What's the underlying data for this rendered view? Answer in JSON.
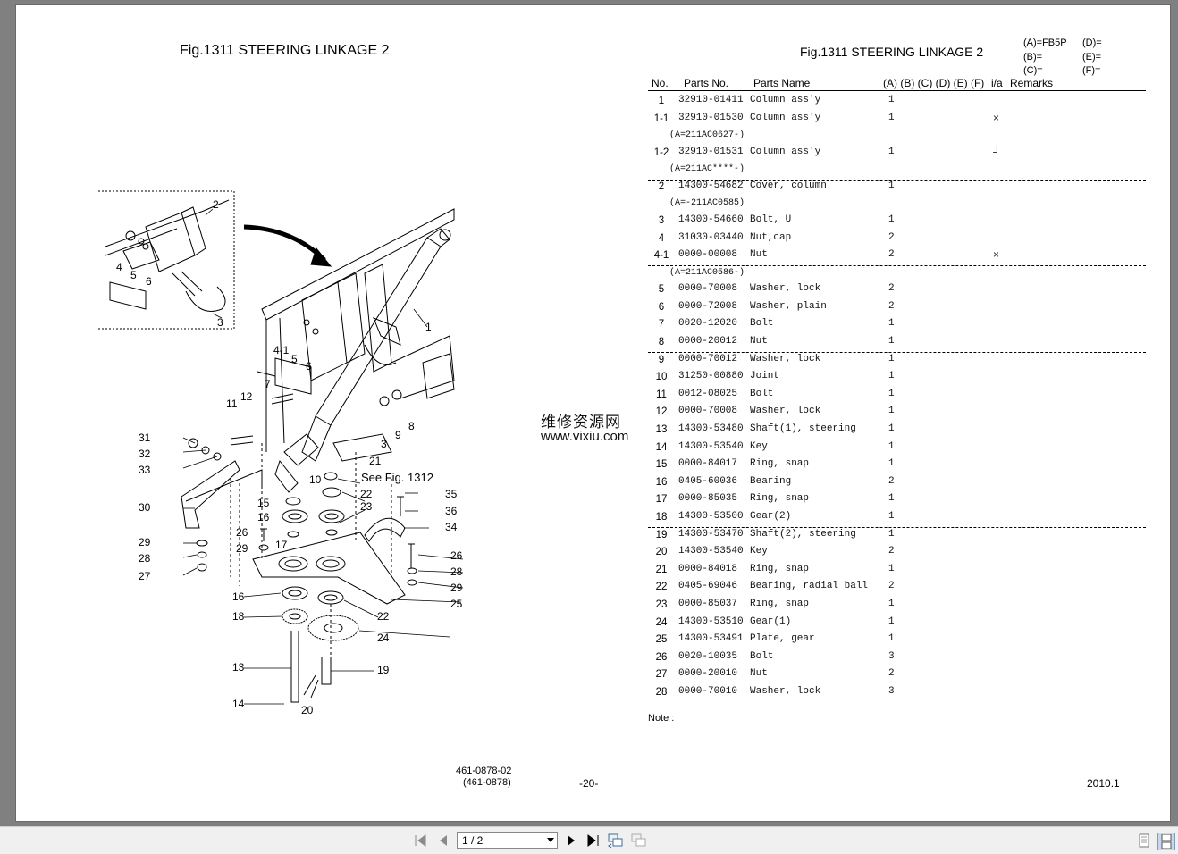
{
  "left_title": "Fig.1311  STEERING LINKAGE 2",
  "right_title": "Fig.1311  STEERING LINKAGE 2",
  "model_codes": {
    "a": "(A)=FB5P",
    "b": "(B)=",
    "c": "(C)=",
    "d": "(D)=",
    "e": "(E)=",
    "f": "(F)="
  },
  "headers": {
    "no": "No.",
    "parts_no": "Parts No.",
    "parts_name": "Parts Name",
    "cols": "(A) (B) (C) (D) (E) (F)",
    "ia": "i/a",
    "remarks": "Remarks"
  },
  "rows": [
    {
      "no": "1",
      "pn": "32910-01411",
      "name": "Column ass'y",
      "qty": "1",
      "ia": ""
    },
    {
      "no": "1-1",
      "pn": "32910-01530",
      "name": "Column ass'y",
      "qty": "1",
      "ia": "×"
    },
    {
      "note": "(A=211AC0627-)"
    },
    {
      "no": "1-2",
      "pn": "32910-01531",
      "name": "Column ass'y",
      "qty": "1",
      "ia": "┘"
    },
    {
      "note": "(A=211AC****-)"
    },
    {
      "no": "2",
      "pn": "14300-54682",
      "name": "Cover, column",
      "qty": "1",
      "ia": ""
    },
    {
      "note": "(A=-211AC0585)"
    },
    {
      "no": "3",
      "pn": "14300-54660",
      "name": "Bolt, U",
      "qty": "1",
      "ia": ""
    },
    {
      "no": "4",
      "pn": "31030-03440",
      "name": "Nut,cap",
      "qty": "2",
      "ia": ""
    },
    {
      "no": "4-1",
      "pn": "0000-00008",
      "name": "Nut",
      "qty": "2",
      "ia": "×"
    },
    {
      "note": "(A=211AC0586-)"
    },
    {
      "no": "5",
      "pn": "0000-70008",
      "name": "Washer, lock",
      "qty": "2",
      "ia": ""
    },
    {
      "no": "6",
      "pn": "0000-72008",
      "name": "Washer, plain",
      "qty": "2",
      "ia": ""
    },
    {
      "no": "7",
      "pn": "0020-12020",
      "name": "Bolt",
      "qty": "1",
      "ia": ""
    },
    {
      "no": "8",
      "pn": "0000-20012",
      "name": "Nut",
      "qty": "1",
      "ia": ""
    },
    {
      "no": "9",
      "pn": "0000-70012",
      "name": "Washer, lock",
      "qty": "1",
      "ia": ""
    },
    {
      "no": "10",
      "pn": "31250-00880",
      "name": "Joint",
      "qty": "1",
      "ia": ""
    },
    {
      "no": "11",
      "pn": "0012-08025",
      "name": "Bolt",
      "qty": "1",
      "ia": ""
    },
    {
      "no": "12",
      "pn": "0000-70008",
      "name": "Washer, lock",
      "qty": "1",
      "ia": ""
    },
    {
      "no": "13",
      "pn": "14300-53480",
      "name": "Shaft(1), steering",
      "qty": "1",
      "ia": ""
    },
    {
      "no": "14",
      "pn": "14300-53540",
      "name": "Key",
      "qty": "1",
      "ia": ""
    },
    {
      "no": "15",
      "pn": "0000-84017",
      "name": "Ring, snap",
      "qty": "1",
      "ia": ""
    },
    {
      "no": "16",
      "pn": "0405-60036",
      "name": "Bearing",
      "qty": "2",
      "ia": ""
    },
    {
      "no": "17",
      "pn": "0000-85035",
      "name": "Ring, snap",
      "qty": "1",
      "ia": ""
    },
    {
      "no": "18",
      "pn": "14300-53500",
      "name": "Gear(2)",
      "qty": "1",
      "ia": ""
    },
    {
      "no": "19",
      "pn": "14300-53470",
      "name": "Shaft(2), steering",
      "qty": "1",
      "ia": ""
    },
    {
      "no": "20",
      "pn": "14300-53540",
      "name": "Key",
      "qty": "2",
      "ia": ""
    },
    {
      "no": "21",
      "pn": "0000-84018",
      "name": "Ring, snap",
      "qty": "1",
      "ia": ""
    },
    {
      "no": "22",
      "pn": "0405-69046",
      "name": "Bearing, radial ball",
      "qty": "2",
      "ia": ""
    },
    {
      "no": "23",
      "pn": "0000-85037",
      "name": "Ring, snap",
      "qty": "1",
      "ia": ""
    },
    {
      "no": "24",
      "pn": "14300-53510",
      "name": "Gear(1)",
      "qty": "1",
      "ia": ""
    },
    {
      "no": "25",
      "pn": "14300-53491",
      "name": "Plate, gear",
      "qty": "1",
      "ia": ""
    },
    {
      "no": "26",
      "pn": "0020-10035",
      "name": "Bolt",
      "qty": "3",
      "ia": ""
    },
    {
      "no": "27",
      "pn": "0000-20010",
      "name": "Nut",
      "qty": "2",
      "ia": ""
    },
    {
      "no": "28",
      "pn": "0000-70010",
      "name": "Washer, lock",
      "qty": "3",
      "ia": ""
    }
  ],
  "note_label": "Note :",
  "watermark": {
    "line1": "维修资源网",
    "line2": "www.vixiu.com"
  },
  "footer": {
    "doc1": "461-0878-02",
    "doc2": "(461-0878)",
    "page": "-20-",
    "date": "2010.1"
  },
  "diagram": {
    "see_fig": "See Fig. 1312",
    "callouts": [
      "1",
      "2",
      "3",
      "4",
      "4-1",
      "5",
      "6",
      "7",
      "8",
      "9",
      "10",
      "11",
      "12",
      "13",
      "14",
      "15",
      "16",
      "17",
      "18",
      "19",
      "20",
      "21",
      "22",
      "23",
      "24",
      "25",
      "26",
      "27",
      "28",
      "29",
      "30",
      "31",
      "32",
      "33",
      "34",
      "35",
      "36"
    ]
  },
  "toolbar": {
    "page_indicator": "1 / 2"
  }
}
